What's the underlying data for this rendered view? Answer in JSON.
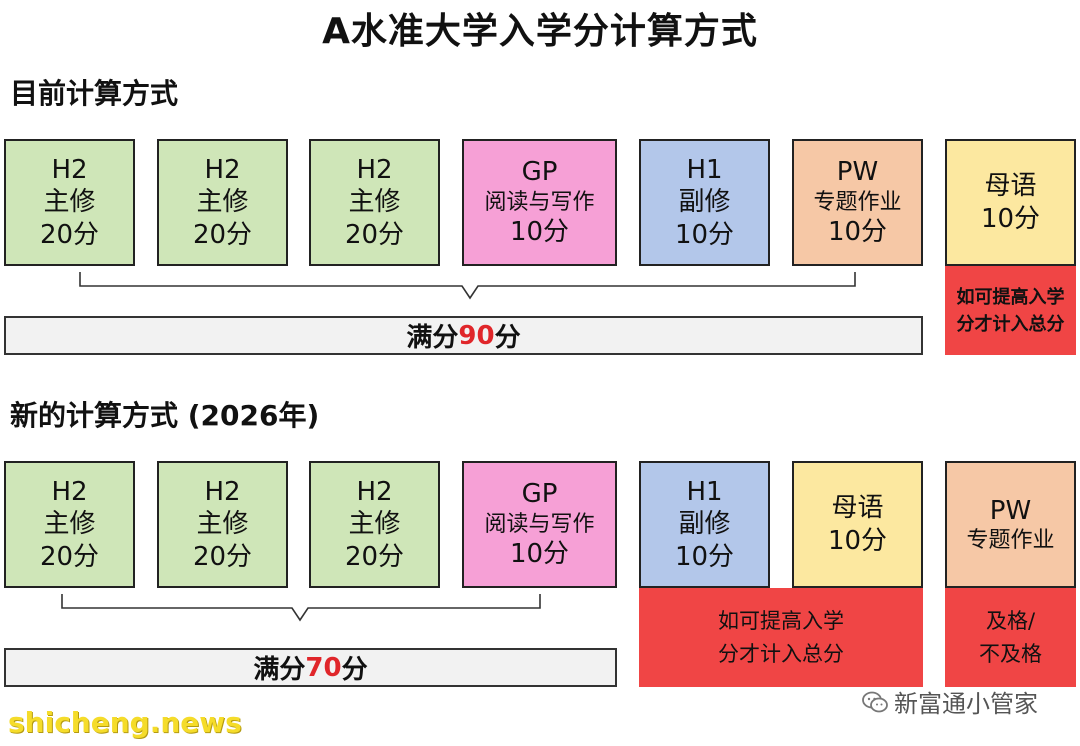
{
  "title": "A水准大学入学分计算方式",
  "current": {
    "heading": "目前计算方式",
    "boxes": [
      {
        "lines": [
          "H2",
          "主修",
          "20分"
        ]
      },
      {
        "lines": [
          "H2",
          "主修",
          "20分"
        ]
      },
      {
        "lines": [
          "H2",
          "主修",
          "20分"
        ]
      },
      {
        "lines": [
          "GP",
          "阅读与写作",
          "10分"
        ]
      },
      {
        "lines": [
          "H1",
          "副修",
          "10分"
        ]
      },
      {
        "lines": [
          "PW",
          "专题作业",
          "10分"
        ]
      },
      {
        "lines": [
          "母语",
          "10分"
        ]
      }
    ],
    "note": [
      "如可提高入学",
      "分才计入总分"
    ],
    "total": {
      "prefix": "满分",
      "value": "90",
      "suffix": "分"
    }
  },
  "new": {
    "heading": "新的计算方式 (2026年)",
    "boxes": [
      {
        "lines": [
          "H2",
          "主修",
          "20分"
        ]
      },
      {
        "lines": [
          "H2",
          "主修",
          "20分"
        ]
      },
      {
        "lines": [
          "H2",
          "主修",
          "20分"
        ]
      },
      {
        "lines": [
          "GP",
          "阅读与写作",
          "10分"
        ]
      },
      {
        "lines": [
          "H1",
          "副修",
          "10分"
        ]
      },
      {
        "lines": [
          "母语",
          "10分"
        ]
      },
      {
        "lines": [
          "PW",
          "专题作业"
        ]
      }
    ],
    "note": [
      "如可提高入学",
      "分才计入总分"
    ],
    "pass_note": [
      "及格/",
      "不及格"
    ],
    "total": {
      "prefix": "满分",
      "value": "70",
      "suffix": "分"
    }
  },
  "footer": {
    "watermark": "shicheng.news",
    "account": "新富通小管家"
  },
  "colors": {
    "green": "#cfe6b8",
    "pink": "#f6a0d6",
    "blue": "#b3c7ea",
    "orange": "#f6c8a6",
    "yellow": "#fce8a0",
    "red": "#f04545",
    "highlight": "#e0262a"
  }
}
